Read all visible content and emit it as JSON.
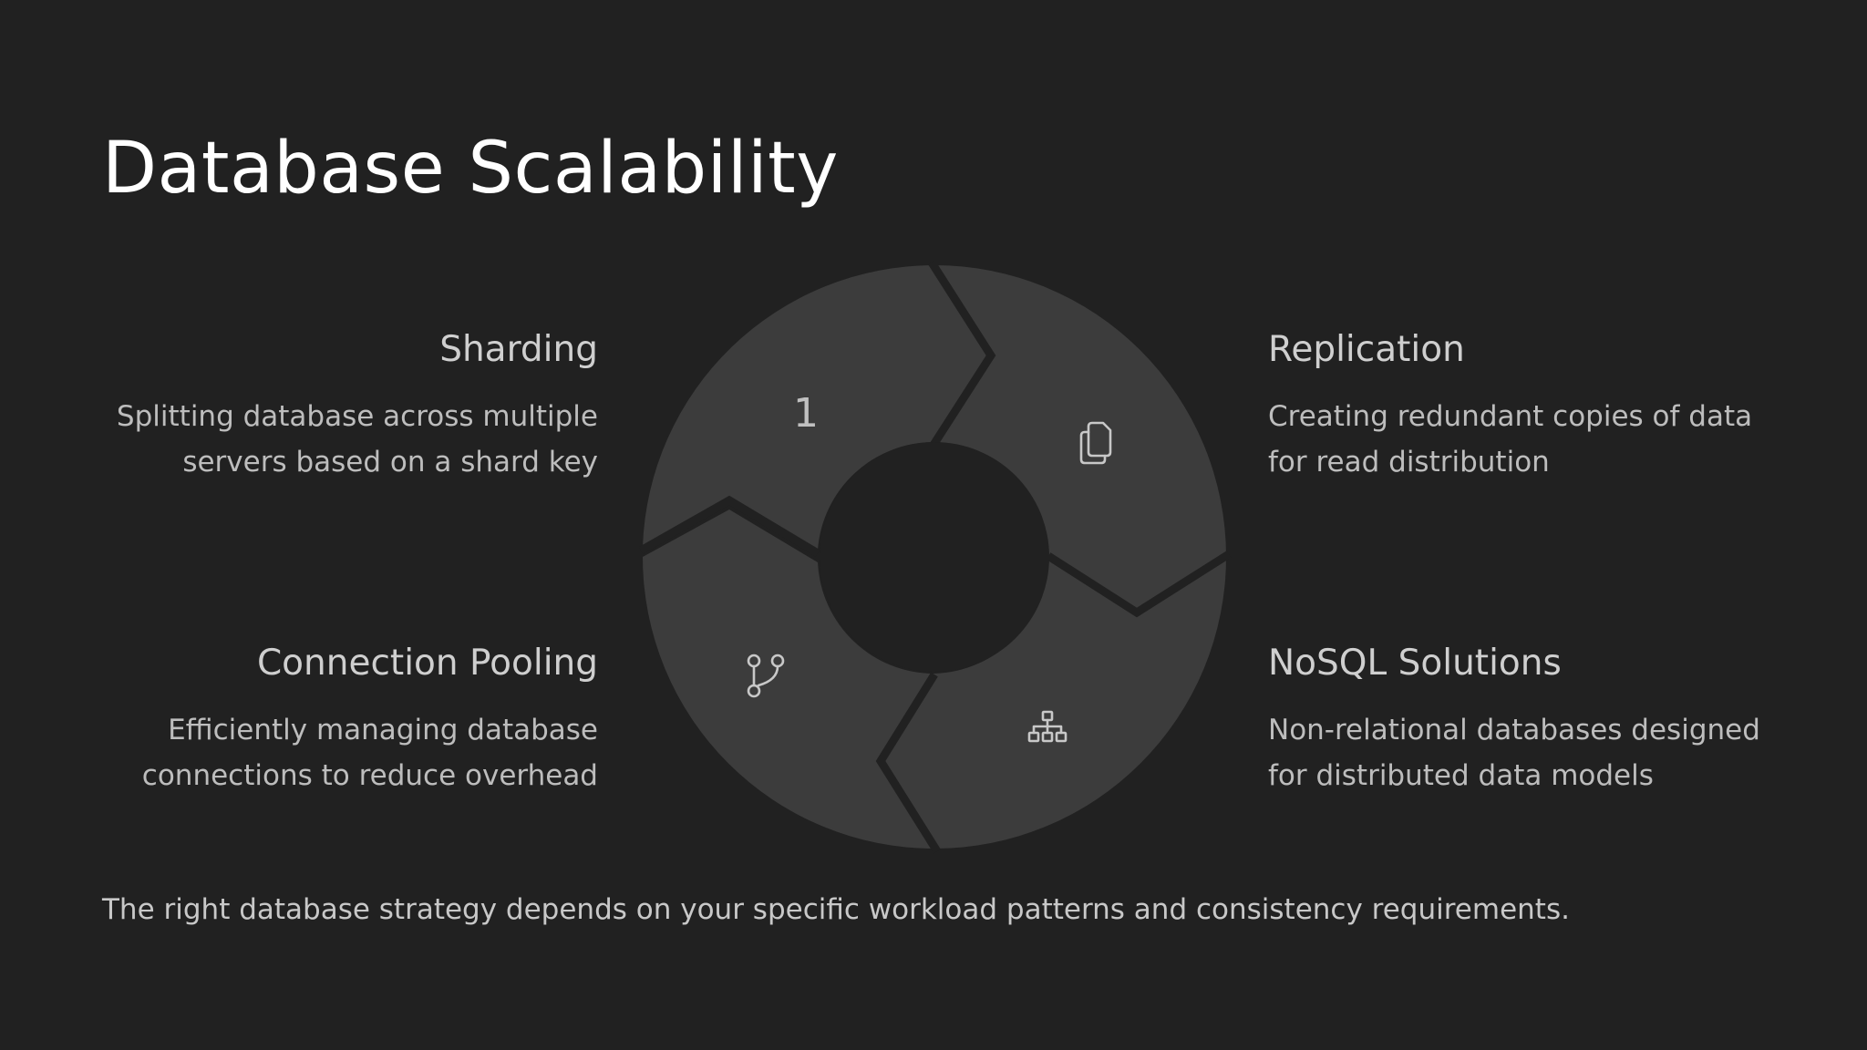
{
  "slide": {
    "title": "Database Scalability",
    "footer": "The right database strategy depends on your specific workload patterns and consistency requirements."
  },
  "items": {
    "sharding": {
      "title": "Sharding",
      "description": "Splitting database across multiple servers based on a shard key"
    },
    "replication": {
      "title": "Replication",
      "description": "Creating redundant copies of data for read distribution"
    },
    "pooling": {
      "title": "Connection Pooling",
      "description": "Efficiently managing database connections to reduce overhead"
    },
    "nosql": {
      "title": "NoSQL Solutions",
      "description": "Non-relational databases designed for distributed data models"
    }
  },
  "diagram": {
    "segment_label": "1",
    "icons": {
      "replication": "copy-icon",
      "pooling": "branch-icon",
      "nosql": "hierarchy-icon"
    },
    "colors": {
      "segment": "#3c3c3c",
      "background": "#212121",
      "icon": "#c8c8c8"
    }
  }
}
